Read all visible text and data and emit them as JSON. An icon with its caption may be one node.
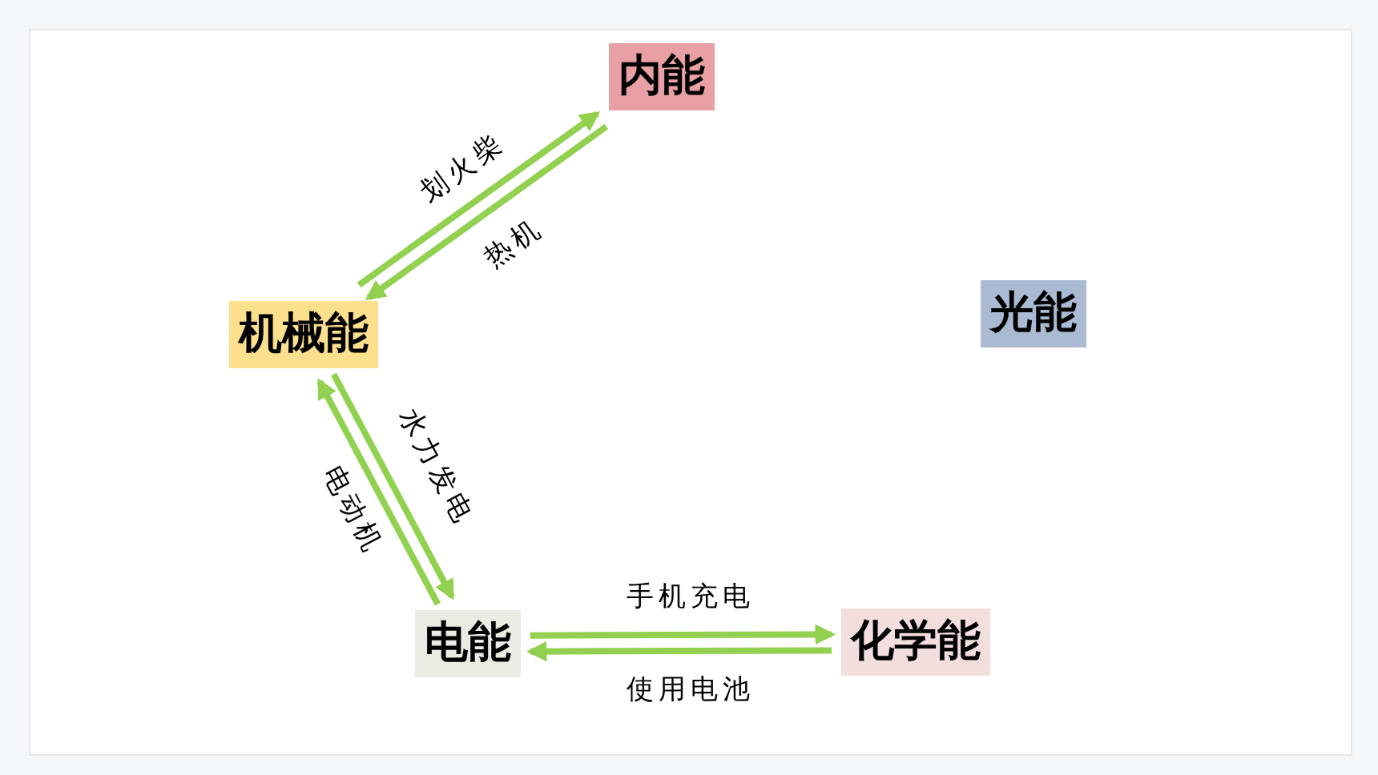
{
  "diagram": {
    "nodes": [
      {
        "text": [
          "内能"
        ]
      },
      {
        "text": [
          "机械能"
        ]
      },
      {
        "text": [
          "光能"
        ]
      },
      {
        "text": [
          "电能"
        ]
      },
      {
        "text": [
          "化学能"
        ]
      }
    ],
    "edges": [
      {
        "from": 1,
        "to": 0,
        "arrow": "to",
        "label": "划火柴"
      },
      {
        "from": 0,
        "to": 1,
        "arrow": "to",
        "label": "热机"
      },
      {
        "from": 1,
        "to": 3,
        "arrow": "to",
        "label": "水力发电"
      },
      {
        "from": 3,
        "to": 1,
        "arrow": "to",
        "label": "电动机"
      },
      {
        "from": 3,
        "to": 4,
        "arrow": "to",
        "label": "手机充电"
      },
      {
        "from": 4,
        "to": 3,
        "arrow": "to",
        "label": "使用电池"
      }
    ]
  }
}
